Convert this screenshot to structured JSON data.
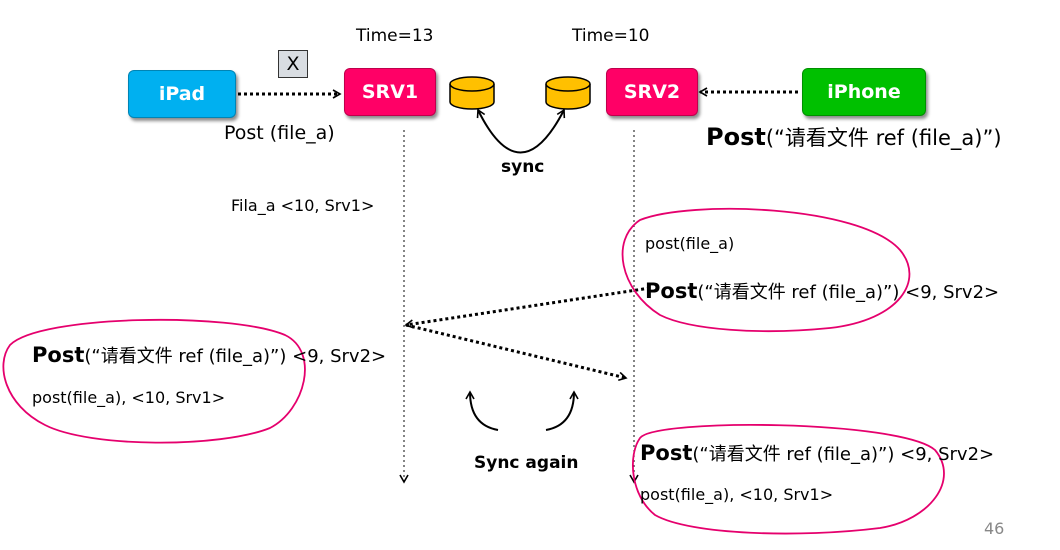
{
  "nodes": {
    "ipad": {
      "label": "iPad",
      "color": "#00b0f0"
    },
    "srv1": {
      "label": "SRV1",
      "color": "#ff0066"
    },
    "srv2": {
      "label": "SRV2",
      "color": "#ff0066"
    },
    "iphone": {
      "label": "iPhone",
      "color": "#00c000"
    }
  },
  "database_color": "#ffc000",
  "ellipse_color": "#e5006d",
  "cross_mark": "X",
  "time_srv1": "Time=13",
  "time_srv2": "Time=10",
  "ipad_post": "Post (file_a)",
  "iphone_post": {
    "prefix": "Post",
    "rest": "(“请看文件 ref (file_a)”)"
  },
  "sync_label": "sync",
  "srv1_record": "Fila_a <10, Srv1>",
  "srv2_box": {
    "line1": "post(file_a)",
    "line2_prefix": "Post",
    "line2_rest": "(“请看文件 ref (file_a)”) <9, Srv2>"
  },
  "srv1_box": {
    "line1_prefix": "Post",
    "line1_rest": "(“请看文件 ref (file_a)”) <9, Srv2>",
    "line2": "post(file_a), <10, Srv1>"
  },
  "sync_again_label": "Sync again",
  "srv2_final_box": {
    "line1_prefix": "Post",
    "line1_rest": "(“请看文件 ref (file_a)”) <9, Srv2>",
    "line2": "post(file_a), <10, Srv1>"
  },
  "page_number": "46"
}
